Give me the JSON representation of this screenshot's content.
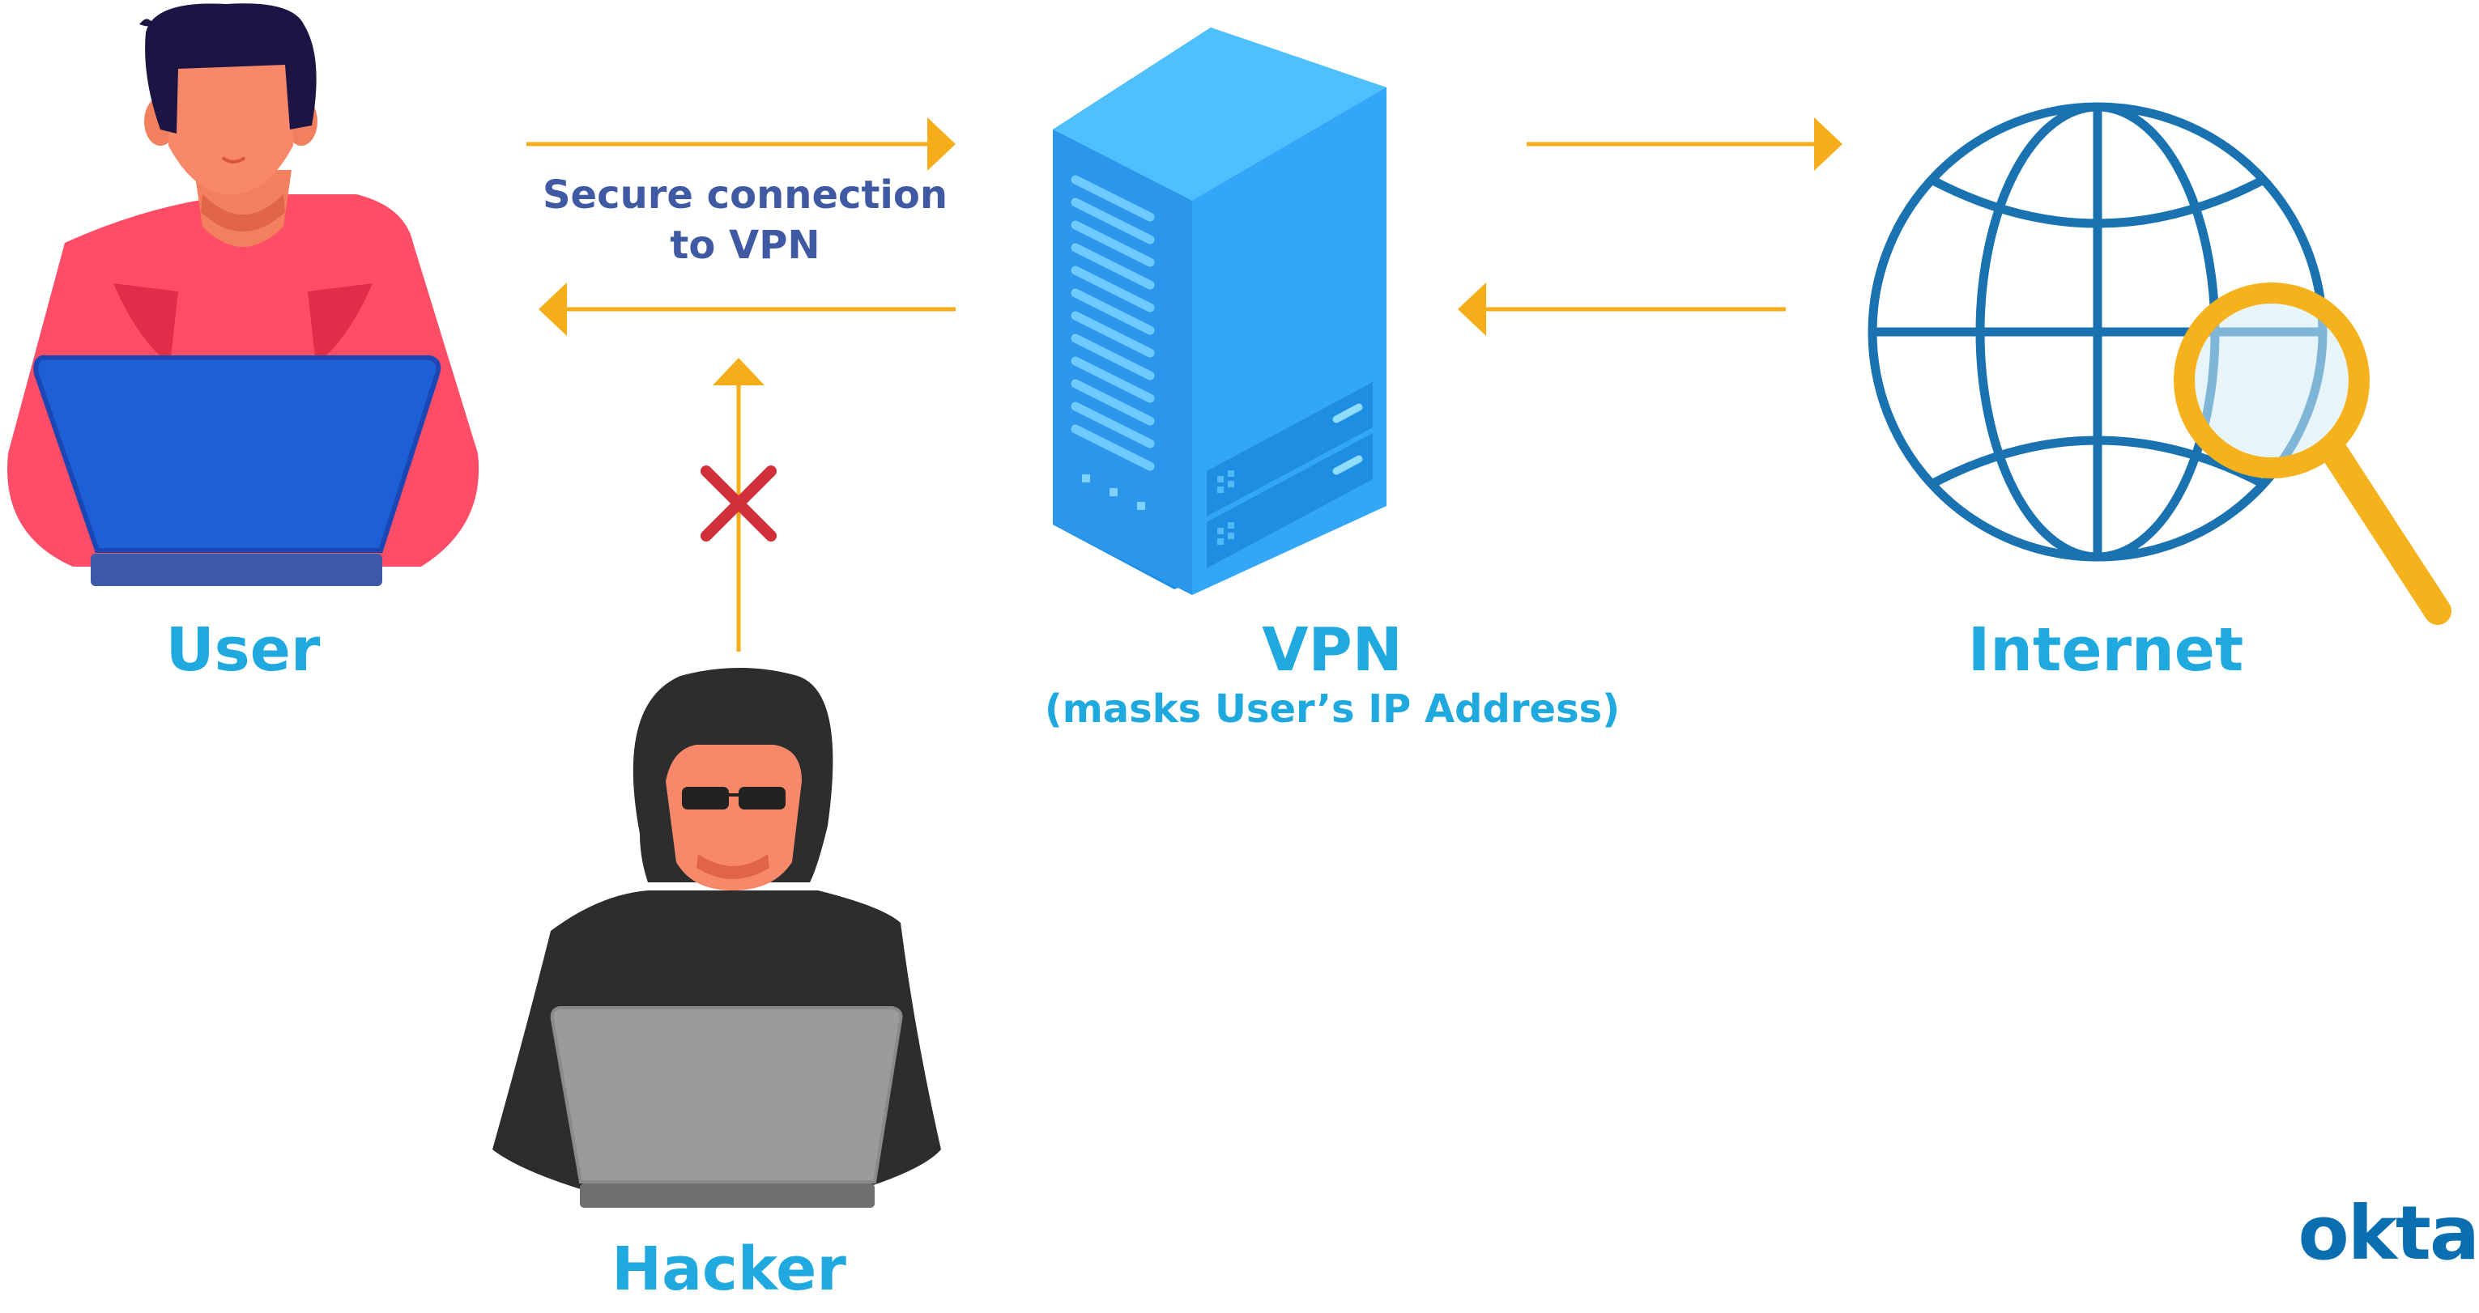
{
  "labels": {
    "user": "User",
    "vpn": "VPN",
    "vpn_note": "(masks User’s IP Address)",
    "internet": "Internet",
    "hacker": "Hacker",
    "connection": "Secure connection\nto VPN"
  },
  "brand": {
    "logo_text": "okta"
  },
  "icons": [
    "user-person-icon",
    "laptop-icon",
    "vpn-server-icon",
    "globe-icon",
    "magnifier-icon",
    "hacker-icon",
    "blocked-x-icon"
  ],
  "colors": {
    "arrow": "#f5ad1c",
    "label": "#1fa9df",
    "connection_text": "#3f59a3",
    "blocked": "#d0303a",
    "server": "#2ea3f2",
    "globe": "#1a72b0",
    "magnifier": "#f5b21c",
    "logo": "#0a6fb0"
  }
}
